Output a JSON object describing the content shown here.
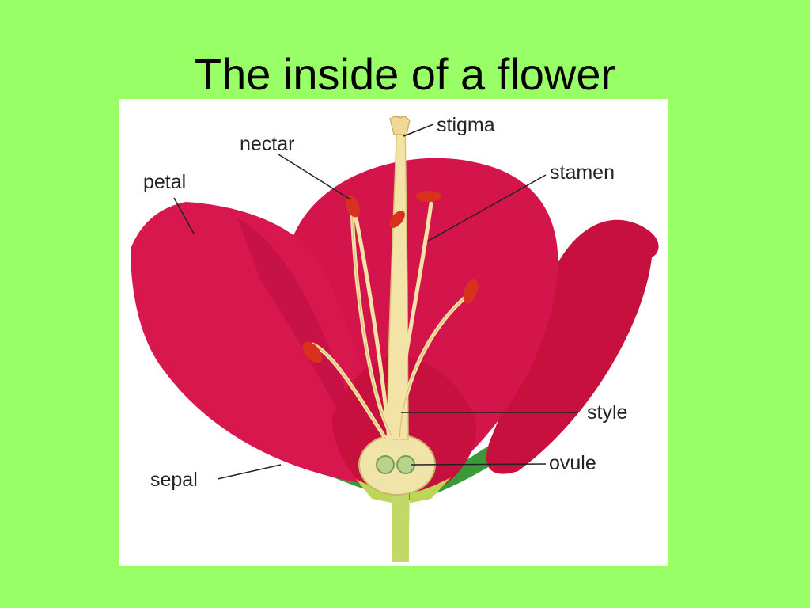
{
  "slide": {
    "title": "The inside of a flower",
    "background_color": "#99ff66"
  },
  "diagram": {
    "labels": {
      "stigma": "stigma",
      "nectar": "nectar",
      "petal": "petal",
      "stamen": "stamen",
      "style": "style",
      "ovule": "ovule",
      "sepal": "sepal"
    },
    "colors": {
      "petal": "#d4154b",
      "petal_dark": "#a80c38",
      "sepal": "#3a9a3a",
      "stamen": "#f3e3a6",
      "anther": "#d8321e",
      "stem": "#bcd65a",
      "leader_line": "#222222"
    }
  }
}
